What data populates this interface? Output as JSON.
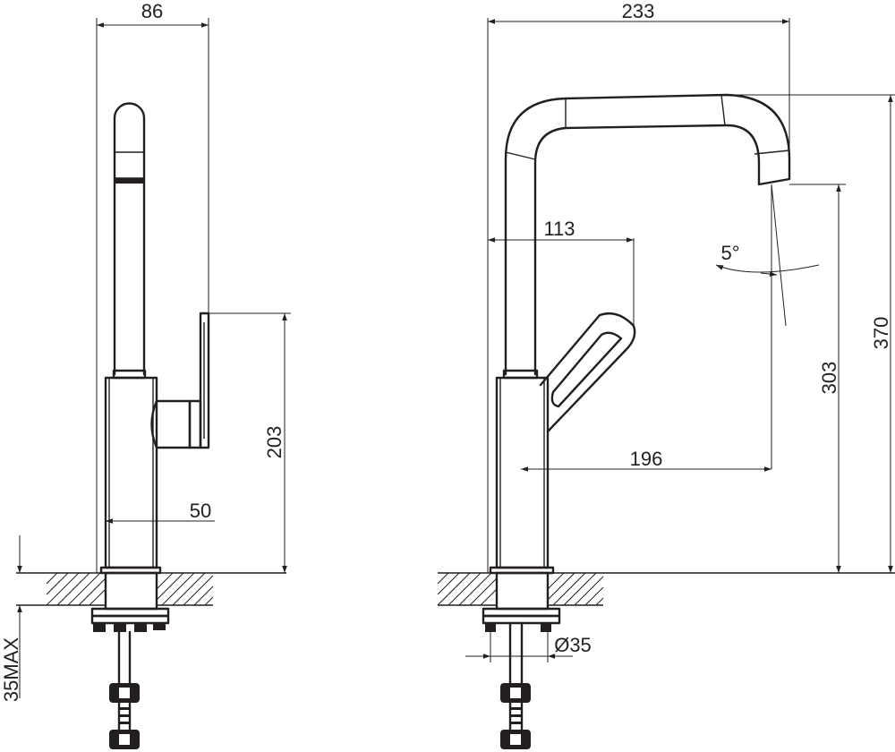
{
  "side_view": {
    "dim_width": "86",
    "dim_handle_height": "203",
    "dim_body_width": "50",
    "dim_max_thickness": "35MAX"
  },
  "front_view": {
    "dim_width": "233",
    "dim_handle_reach": "113",
    "dim_angle": "5°",
    "dim_spout_reach": "196",
    "dim_spout_height": "303",
    "dim_total_height": "370",
    "dim_diameter": "Ø35"
  }
}
